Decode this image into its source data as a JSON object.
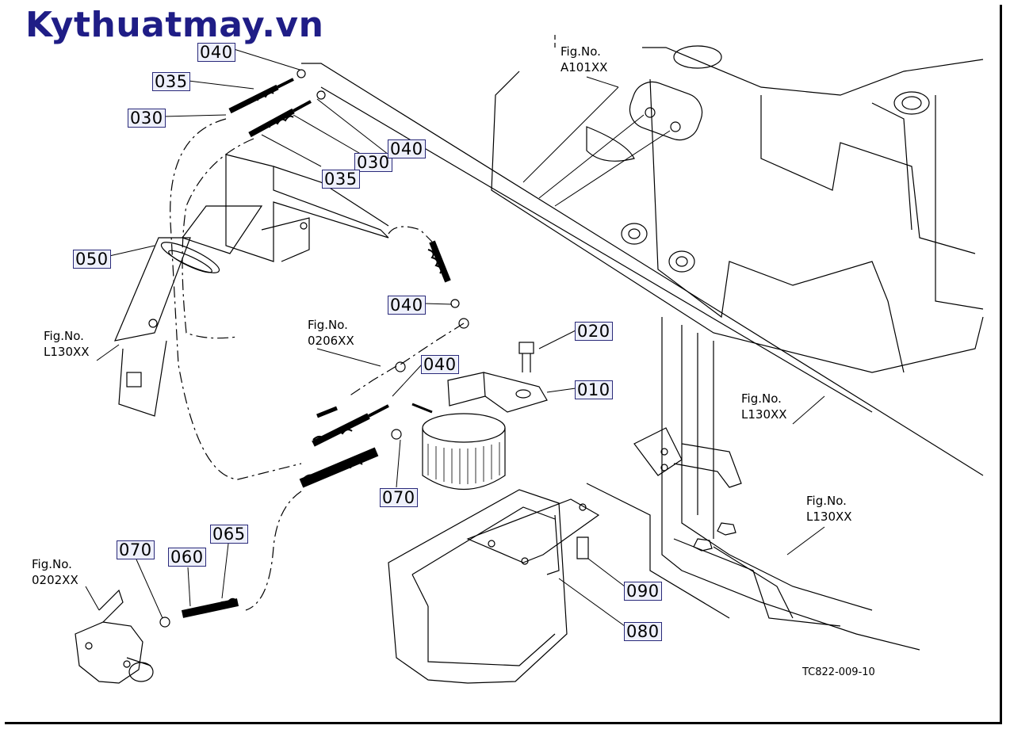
{
  "brand": "Kythuatmay.vn",
  "doc_code": "TC822-009-10",
  "part_callouts": [
    {
      "id": "040",
      "label": "040"
    },
    {
      "id": "035",
      "label": "035"
    },
    {
      "id": "030",
      "label": "030"
    },
    {
      "id": "030",
      "label": "030"
    },
    {
      "id": "040",
      "label": "040"
    },
    {
      "id": "035",
      "label": "035"
    },
    {
      "id": "050",
      "label": "050"
    },
    {
      "id": "040",
      "label": "040"
    },
    {
      "id": "040",
      "label": "040"
    },
    {
      "id": "020",
      "label": "020"
    },
    {
      "id": "010",
      "label": "010"
    },
    {
      "id": "070",
      "label": "070"
    },
    {
      "id": "070",
      "label": "070"
    },
    {
      "id": "060",
      "label": "060"
    },
    {
      "id": "065",
      "label": "065"
    },
    {
      "id": "090",
      "label": "090"
    },
    {
      "id": "080",
      "label": "080"
    }
  ],
  "figure_refs": [
    {
      "prefix": "Fig.No.",
      "number": "A101XX"
    },
    {
      "prefix": "Fig.No.",
      "number": "L130XX"
    },
    {
      "prefix": "Fig.No.",
      "number": "0206XX"
    },
    {
      "prefix": "Fig.No.",
      "number": "L130XX"
    },
    {
      "prefix": "Fig.No.",
      "number": "L130XX"
    },
    {
      "prefix": "Fig.No.",
      "number": "0202XX"
    }
  ]
}
